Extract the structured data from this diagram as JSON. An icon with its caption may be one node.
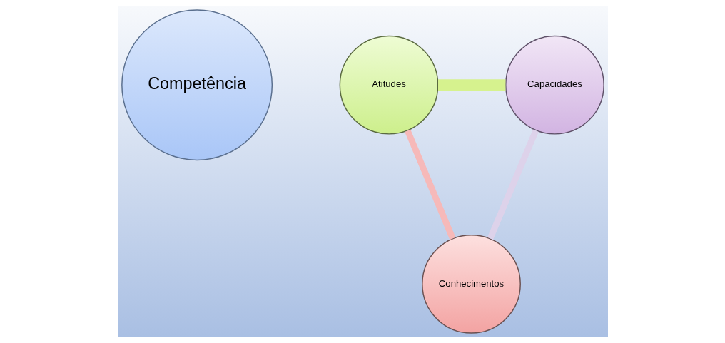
{
  "diagram": {
    "nodes": [
      {
        "text": [
          "Competência"
        ]
      },
      {
        "text": [
          "Conhecimentos"
        ]
      },
      {
        "text": [
          "Atitudes"
        ]
      },
      {
        "text": [
          "Capacidades"
        ]
      }
    ],
    "edges": [
      {
        "from": 1,
        "to": 2,
        "arrow": "none",
        "color": "#f6b9b9"
      },
      {
        "from": 2,
        "to": 3,
        "arrow": "none",
        "style": "thick",
        "color": "#d6f28e"
      },
      {
        "from": 3,
        "to": 1,
        "arrow": "none",
        "color": "#ddd2ea"
      }
    ]
  }
}
